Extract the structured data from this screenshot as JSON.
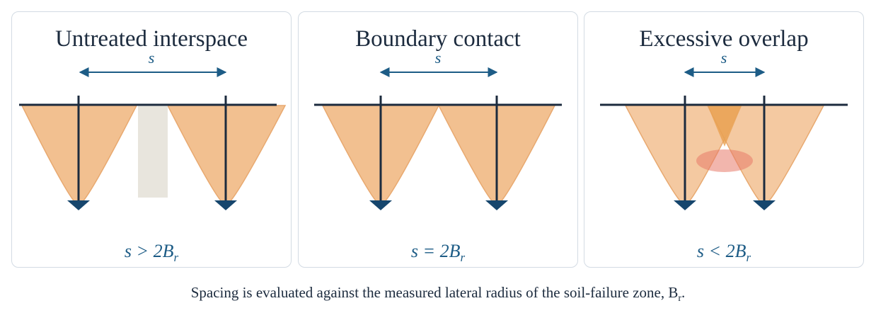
{
  "colors": {
    "failure_zone": "#f2c090",
    "failure_zone_edge": "#e8a970",
    "ground_line": "#1c2b3e",
    "pile": "#1c2b3e",
    "pile_tip": "#16466d",
    "dimension_arrow": "#1d5c86",
    "untreated_gap": "#e8e5dd",
    "overlap_zone": "#e8a050",
    "overlap_highlight": "#e87a6a",
    "panel_border": "#d3dbe3"
  },
  "panels": [
    {
      "title": "Untreated interspace",
      "spacing_symbol": "s",
      "condition": {
        "lhs": "s > 2B",
        "sub": "r"
      }
    },
    {
      "title": "Boundary contact",
      "spacing_symbol": "s",
      "condition": {
        "lhs": "s = 2B",
        "sub": "r"
      }
    },
    {
      "title": "Excessive overlap",
      "spacing_symbol": "s",
      "condition": {
        "lhs": "s < 2B",
        "sub": "r"
      }
    }
  ],
  "caption": {
    "text": "Spacing is evaluated against the measured lateral radius of the soil-failure zone, B",
    "sub": "r",
    "end": "."
  }
}
